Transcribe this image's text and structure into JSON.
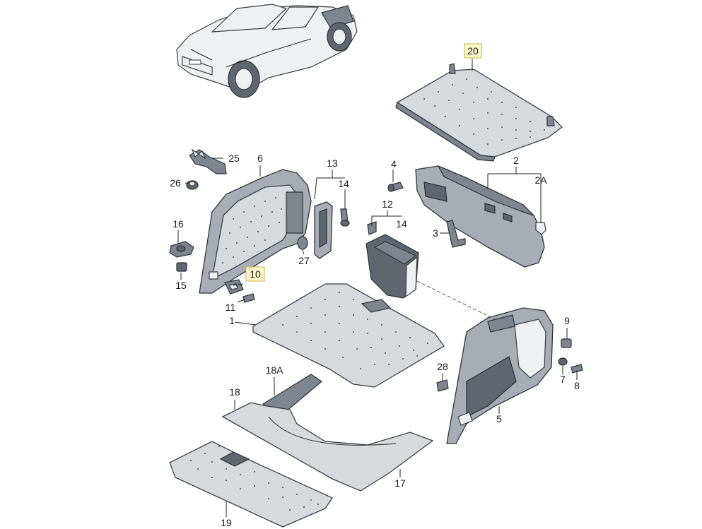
{
  "callouts": [
    {
      "id": "c20",
      "label": "20"
    },
    {
      "id": "c2",
      "label": "2"
    },
    {
      "id": "c2a",
      "label": "2A"
    },
    {
      "id": "c25",
      "label": "25"
    },
    {
      "id": "c6",
      "label": "6"
    },
    {
      "id": "c26",
      "label": "26"
    },
    {
      "id": "c13",
      "label": "13"
    },
    {
      "id": "c14a",
      "label": "14"
    },
    {
      "id": "c4",
      "label": "4"
    },
    {
      "id": "c12",
      "label": "12"
    },
    {
      "id": "c14b",
      "label": "14"
    },
    {
      "id": "c3",
      "label": "3"
    },
    {
      "id": "c16",
      "label": "16"
    },
    {
      "id": "c27",
      "label": "27"
    },
    {
      "id": "c10",
      "label": "10",
      "highlighted": true
    },
    {
      "id": "c15",
      "label": "15"
    },
    {
      "id": "c11",
      "label": "11"
    },
    {
      "id": "c1",
      "label": "1"
    },
    {
      "id": "c9",
      "label": "9"
    },
    {
      "id": "c28",
      "label": "28"
    },
    {
      "id": "c18a",
      "label": "18A"
    },
    {
      "id": "c18",
      "label": "18"
    },
    {
      "id": "c7",
      "label": "7"
    },
    {
      "id": "c8",
      "label": "8"
    },
    {
      "id": "c5",
      "label": "5"
    },
    {
      "id": "c17",
      "label": "17"
    },
    {
      "id": "c19",
      "label": "19"
    }
  ],
  "colors": {
    "highlight_fill": "#fdf6c8",
    "highlight_border": "#c9b24a",
    "felt": "#d7dadd",
    "panel": "#a8adb3"
  }
}
